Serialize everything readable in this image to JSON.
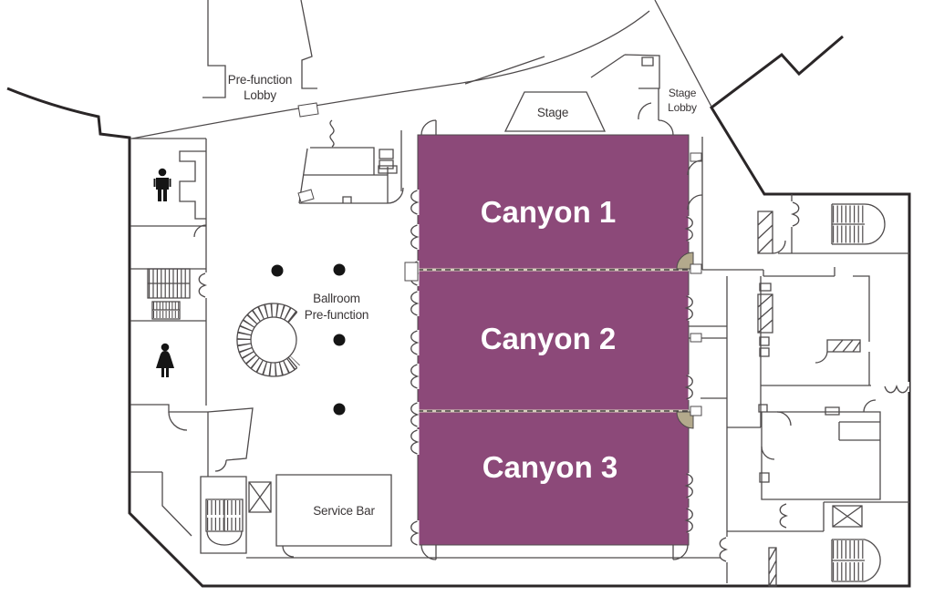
{
  "plan": {
    "labels": {
      "prefunction_lobby_line1": "Pre-function",
      "prefunction_lobby_line2": "Lobby",
      "stage": "Stage",
      "stage_lobby_line1": "Stage",
      "stage_lobby_line2": "Lobby",
      "ballroom_prefunction_line1": "Ballroom",
      "ballroom_prefunction_line2": "Pre-function",
      "service_bar": "Service Bar",
      "canyon1": "Canyon 1",
      "canyon2": "Canyon 2",
      "canyon3": "Canyon 3"
    },
    "colors": {
      "room_highlight": "#8C4979",
      "room_label_text": "#FFFFFF",
      "wall": "#2A2627",
      "thin_wall": "#4E4A4B",
      "label_text": "#3A3637",
      "door_accent": "#B3A98C",
      "divider_base": "#D8D1BF",
      "divider_dash": "#44403E",
      "column": "#151515"
    },
    "icons": {
      "mens-restroom": "standing man figure",
      "womens-restroom": "woman figure in dress",
      "spiral-staircase": "circular stair with radial treads",
      "stairs": "hatched stair flight with U return",
      "elevator": "rectangle with X",
      "column": "solid black dot",
      "double-door": "paired swing door leaves",
      "single-door": "quarter-circle swing arc"
    }
  }
}
